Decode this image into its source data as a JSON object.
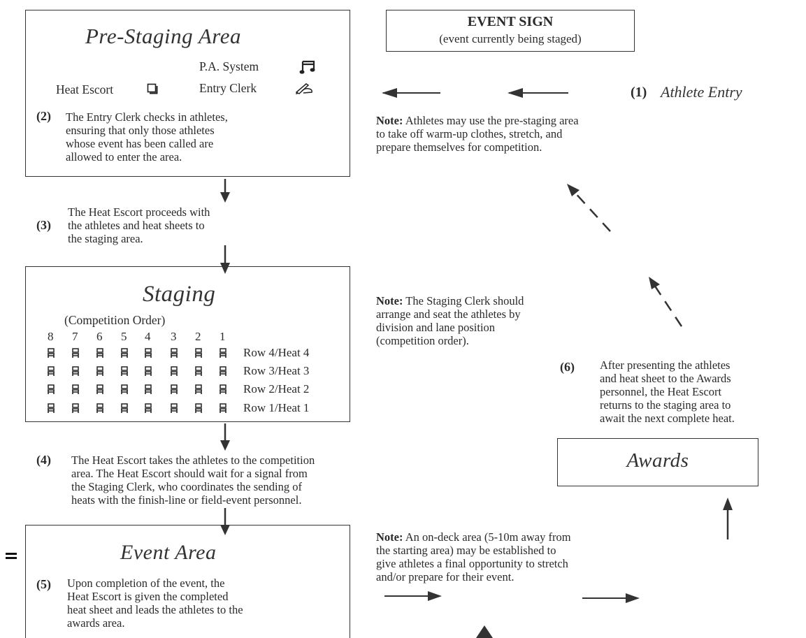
{
  "pre_staging": {
    "title": "Pre-Staging Area",
    "pa_system": "P.A. System",
    "heat_escort": "Heat Escort",
    "entry_clerk": "Entry Clerk"
  },
  "event_sign": {
    "title": "EVENT SIGN",
    "subtitle": "(event currently being staged)"
  },
  "steps": {
    "s1": {
      "num": "(1)",
      "text": "Athlete Entry"
    },
    "s2": {
      "num": "(2)",
      "lines": [
        "The Entry Clerk checks in athletes,",
        "ensuring that only those athletes",
        "whose event has been called are",
        "allowed to enter the area."
      ]
    },
    "s3": {
      "num": "(3)",
      "lines": [
        "The Heat Escort proceeds with",
        "the athletes and heat sheets to",
        "the staging area."
      ]
    },
    "s4": {
      "num": "(4)",
      "lines": [
        "The Heat Escort takes the athletes to the competition",
        "area. The Heat Escort should wait for a signal from",
        "the Staging Clerk, who coordinates the sending of",
        "heats with the finish-line or field-event personnel."
      ]
    },
    "s5": {
      "num": "(5)",
      "lines": [
        "Upon completion of the event, the",
        "Heat Escort is given the completed",
        "heat sheet and leads the athletes to the",
        "awards area."
      ]
    },
    "s6": {
      "num": "(6)",
      "lines": [
        "After presenting the athletes",
        "and heat sheet to the Awards",
        "personnel, the Heat Escort",
        "returns to the staging area to",
        "await the next complete heat."
      ]
    }
  },
  "notes": {
    "pre_staging": {
      "label": "Note:",
      "lines": [
        " Athletes may use the pre-staging area",
        "to take off warm-up clothes, stretch, and",
        "prepare themselves for competition."
      ]
    },
    "staging": {
      "label": "Note:",
      "lines": [
        " The Staging Clerk should",
        "arrange and seat the athletes by",
        "division and lane position",
        "(competition order)."
      ]
    },
    "on_deck": {
      "label": "Note:",
      "lines": [
        " An on-deck area (5-10m away from",
        "the starting area) may be established to",
        "give athletes a final opportunity to stretch",
        "and/or prepare for their event."
      ]
    }
  },
  "staging": {
    "title": "Staging",
    "order_label": "(Competition Order)",
    "lanes": [
      "8",
      "7",
      "6",
      "5",
      "4",
      "3",
      "2",
      "1"
    ],
    "rows": [
      "Row 4/Heat 4",
      "Row 3/Heat 3",
      "Row 2/Heat 2",
      "Row 1/Heat 1"
    ]
  },
  "awards": {
    "title": "Awards"
  },
  "event_area": {
    "title": "Event Area"
  },
  "icons": [
    "music-note-icon",
    "checkbox-icon",
    "writing-hand-icon",
    "chair-icon"
  ]
}
